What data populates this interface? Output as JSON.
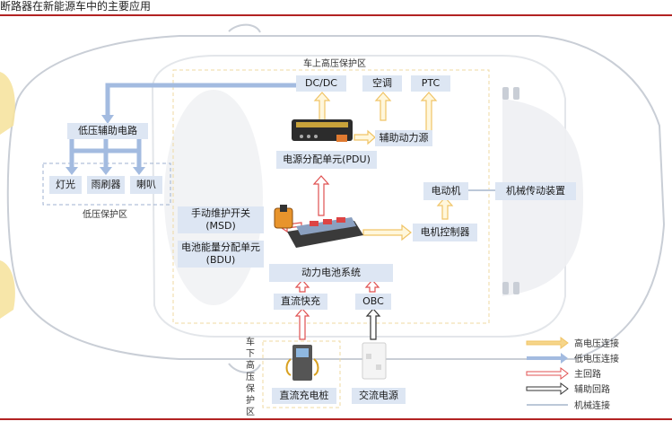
{
  "page_title": "断路器在新能源车中的主要应用",
  "zones": {
    "hv_top": "车上高压保护区",
    "lv": "低压保护区",
    "hv_side": "车下高压保护区"
  },
  "nodes": {
    "dcdc": "DC/DC",
    "ac": "空调",
    "ptc": "PTC",
    "lv_aux": "低压辅助电路",
    "light": "灯光",
    "wiper": "雨刷器",
    "horn": "喇叭",
    "aux_power": "辅助动力源",
    "pdu": "电源分配单元(PDU)",
    "motor": "电动机",
    "mech_drive": "机械传动装置",
    "msd": "手动维护开关\n(MSD)",
    "bdu": "电池能量分配单元\n(BDU)",
    "motor_ctrl": "电机控制器",
    "battery_sys": "动力电池系统",
    "dc_fast": "直流快充",
    "obc": "OBC",
    "dc_pile": "直流充电桩",
    "ac_source": "交流电源"
  },
  "legend": [
    {
      "label": "高电压连接",
      "color": "#f6d58a"
    },
    {
      "label": "低电压连接",
      "color": "#9fb8de"
    },
    {
      "label": "主回路",
      "color": "#e05050"
    },
    {
      "label": "辅助回路",
      "color": "#333333"
    },
    {
      "label": "机械连接",
      "color": "#bcc8d8"
    }
  ]
}
